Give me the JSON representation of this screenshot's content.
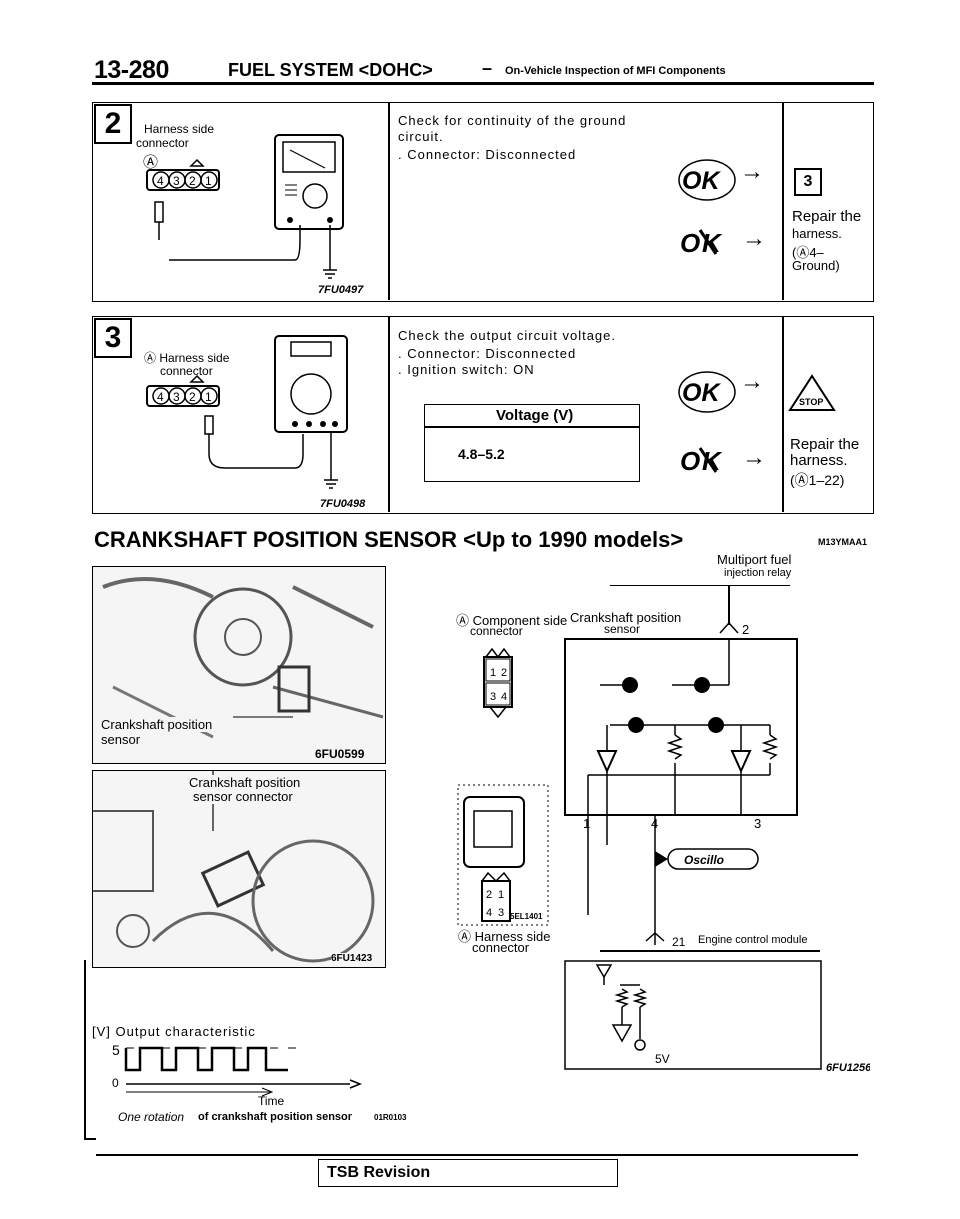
{
  "header": {
    "page_number": "13-280",
    "title": "FUEL SYSTEM <DOHC>",
    "dash": "–",
    "subtitle": "On-Vehicle Inspection of MFI Components"
  },
  "step2": {
    "number": "2",
    "harness_label_1": "Harness side",
    "harness_label_2": "connector",
    "connector_ref": "Ⓐ",
    "figure_id": "7FU0497",
    "instruction_1": "Check for continuity of the ground",
    "instruction_2": "circuit.",
    "condition_1": ". Connector: Disconnected",
    "ok_label": "OK",
    "ok_result": "3",
    "ng_result_1": "Repair the",
    "ng_result_2": "harness.",
    "ng_result_3": "(Ⓐ4–",
    "ng_result_4": "Ground)"
  },
  "step3": {
    "number": "3",
    "harness_label_1": "Ⓐ Harness side",
    "harness_label_2": "connector",
    "figure_id": "7FU0498",
    "instruction_1": "Check the output circuit voltage.",
    "condition_1": ". Connector: Disconnected",
    "condition_2": ". Ignition switch: ON",
    "table_header": "Voltage (V)",
    "table_value": "4.8–5.2",
    "ok_label": "OK",
    "ok_result": "STOP",
    "ng_result_1": "Repair the",
    "ng_result_2": "harness.",
    "ng_result_3": "(Ⓐ1–22)"
  },
  "section": {
    "title": "CRANKSHAFT POSITION SENSOR <Up to 1990 models>",
    "code": "M13YMAA1"
  },
  "photos": {
    "photo1_label_1": "Crankshaft position",
    "photo1_label_2": "sensor",
    "photo1_id": "6FU0599",
    "photo2_label_1": "Crankshaft position",
    "photo2_label_2": "sensor connector",
    "photo2_id": "6FU1423"
  },
  "output_chart": {
    "y_label": "[V] Output characteristic",
    "y_high": "5",
    "y_low": "0",
    "x_label": "Time",
    "caption_1": "One rotation",
    "caption_2": "of crankshaft position sensor",
    "caption_id": "01R0103"
  },
  "wiring": {
    "relay_label_1": "Multiport fuel",
    "relay_label_2": "injection relay",
    "component_label_1": "Ⓐ Component side",
    "component_label_2": "connector",
    "sensor_label_1": "Crankshaft position",
    "sensor_label_2": "sensor",
    "relay_pin": "2",
    "box_label": "Crankshaft position sensor",
    "pins": [
      "1",
      "4",
      "3"
    ],
    "oscillo": "Oscillo",
    "conn_id": "5EL1401",
    "harness_label_1": "Ⓐ Harness side",
    "harness_label_2": "connector",
    "ecm_pin": "21",
    "ecm_label": "Engine control module",
    "supply": "5V",
    "figure_id": "6FU1256",
    "comp_pins": [
      "1",
      "2",
      "3",
      "4"
    ],
    "harness_pins": [
      "2",
      "1",
      "4",
      "3"
    ]
  },
  "footer": {
    "tsb": "TSB Revision"
  }
}
